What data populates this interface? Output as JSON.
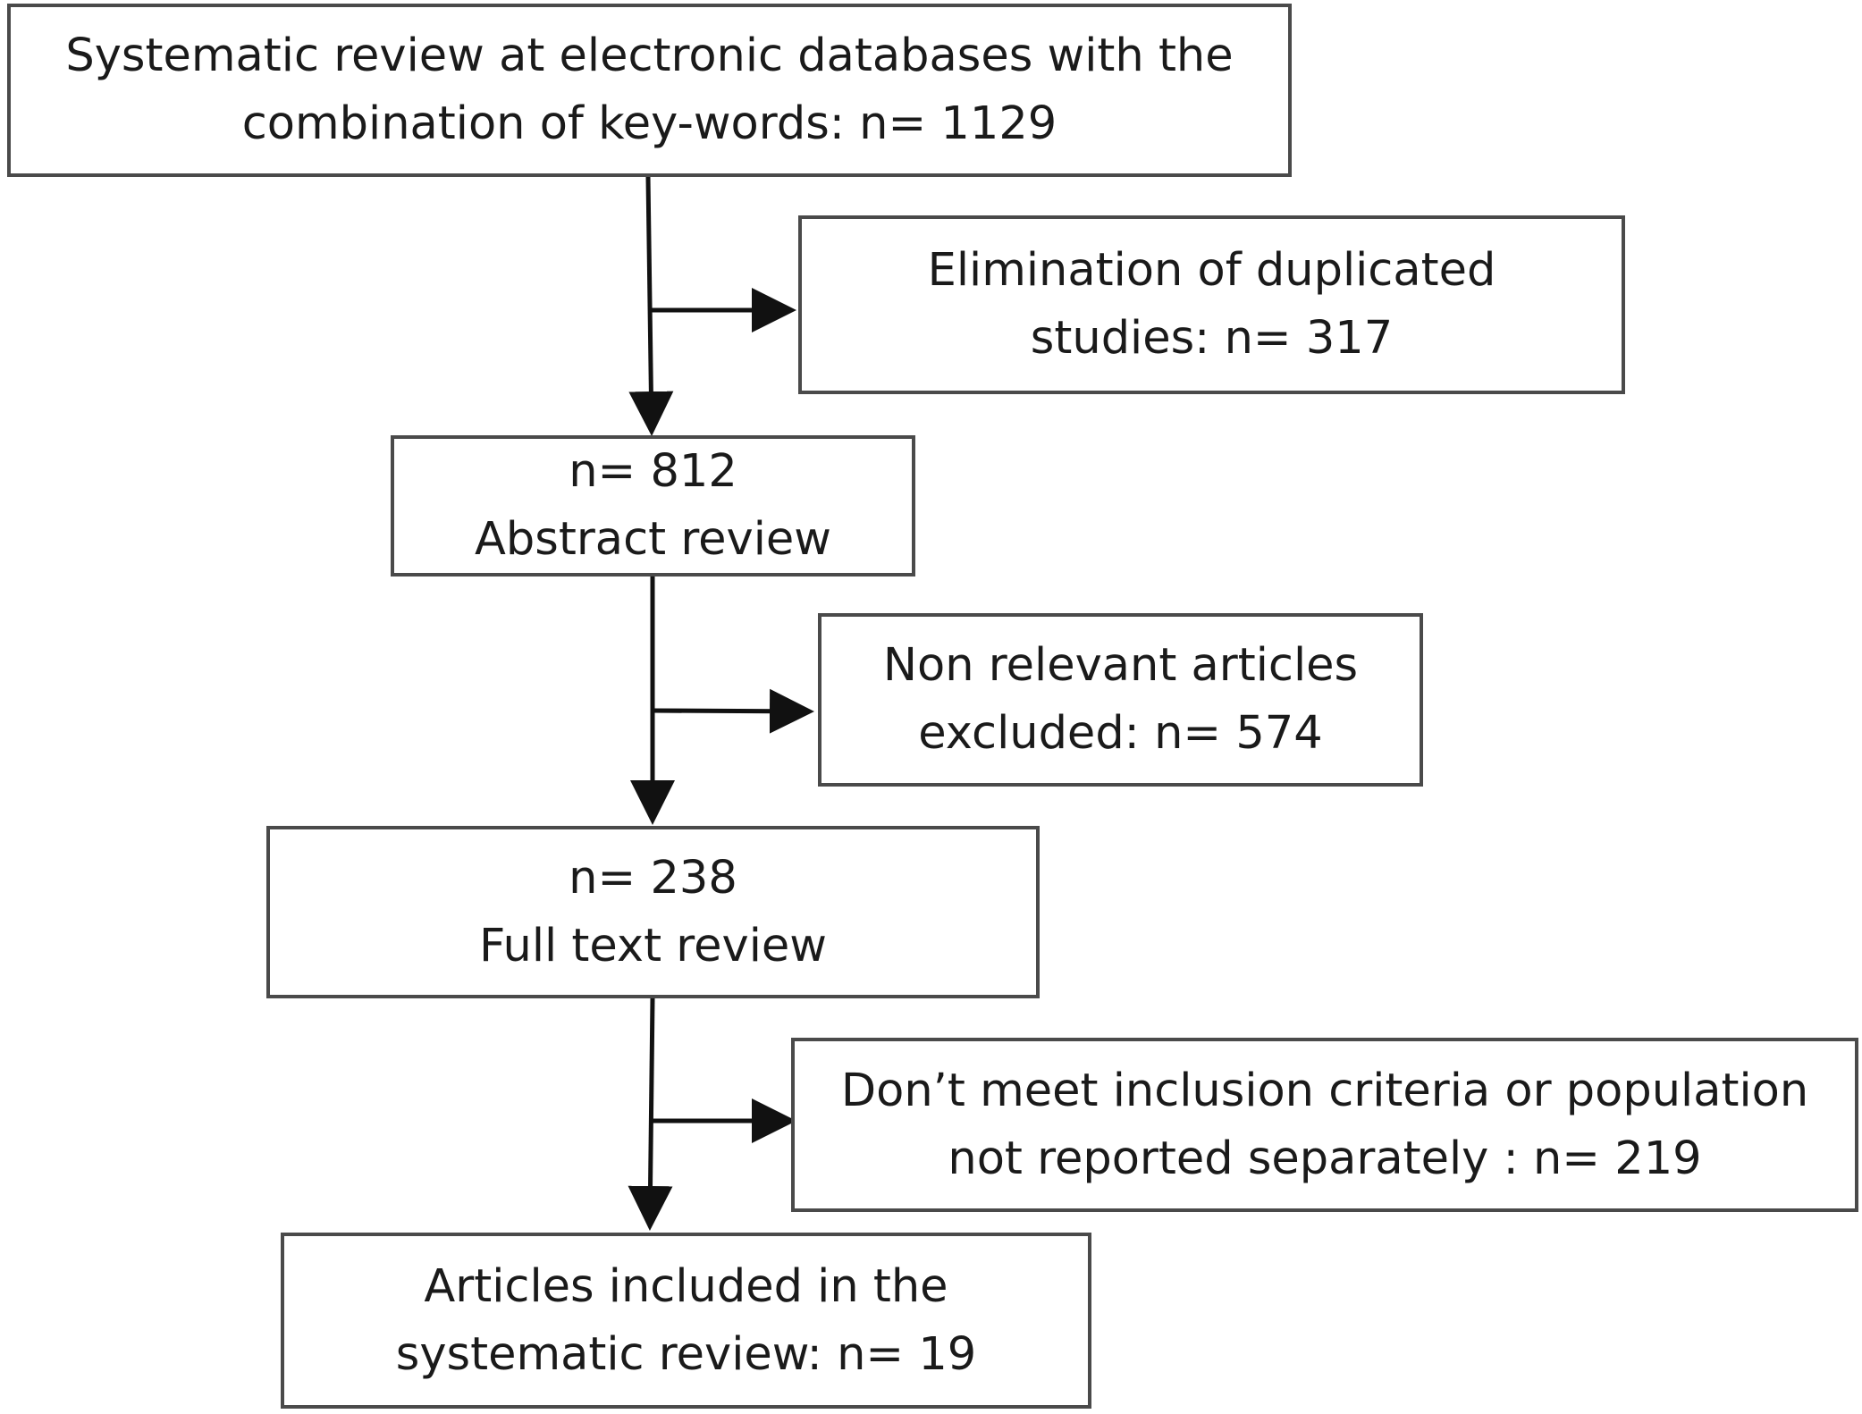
{
  "diagram": {
    "steps": {
      "search": {
        "text": "Systematic review at electronic databases with the\ncombination of  key-words: n= 1129"
      },
      "duplicates": {
        "text": "Elimination of duplicated\nstudies: n= 317"
      },
      "abstract": {
        "text": "n= 812\nAbstract review"
      },
      "non_relevant": {
        "text": "Non relevant articles\nexcluded: n= 574"
      },
      "full_text": {
        "text": "n= 238\nFull text review"
      },
      "not_meet": {
        "text": "Don’t meet inclusion criteria or population\nnot reported separately : n= 219"
      },
      "included": {
        "text": "Articles included in the\nsystematic review: n= 19"
      }
    }
  }
}
